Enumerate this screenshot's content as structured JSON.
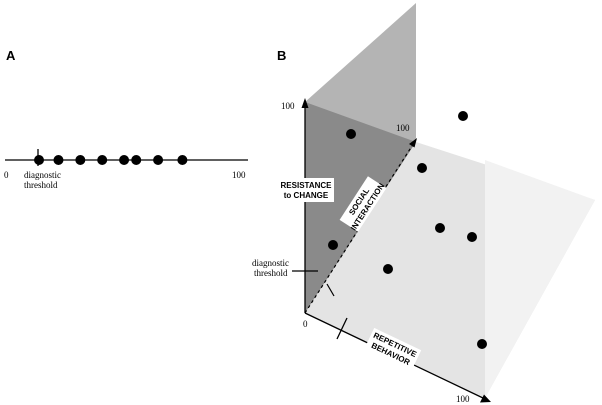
{
  "panel_a": {
    "label": "A",
    "axis_min": "0",
    "axis_max": "100",
    "threshold_label_line1": "diagnostic",
    "threshold_label_line2": "threshold",
    "points": [
      14,
      22,
      31,
      40,
      49,
      54,
      63,
      73
    ]
  },
  "panel_b": {
    "label": "B",
    "origin_label": "0",
    "vertical_max": "100",
    "depth_max": "100",
    "horizontal_max": "100",
    "vertical_axis_line1": "RESISTANCE",
    "vertical_axis_line2": "to CHANGE",
    "depth_axis_line1": "SOCIAL",
    "depth_axis_line2": "INTERACTION",
    "horizontal_axis_line1": "REPETITIVE",
    "horizontal_axis_line2": "BEHAVIOR",
    "threshold_label_line1": "diagnostic",
    "threshold_label_line2": "threshold"
  },
  "colors": {
    "back_wall": "#b4b4b4",
    "left_wall": "#8a8a8a",
    "floor": "#e4e4e4",
    "side_wall": "#f2f2f2",
    "ink": "#000000"
  }
}
